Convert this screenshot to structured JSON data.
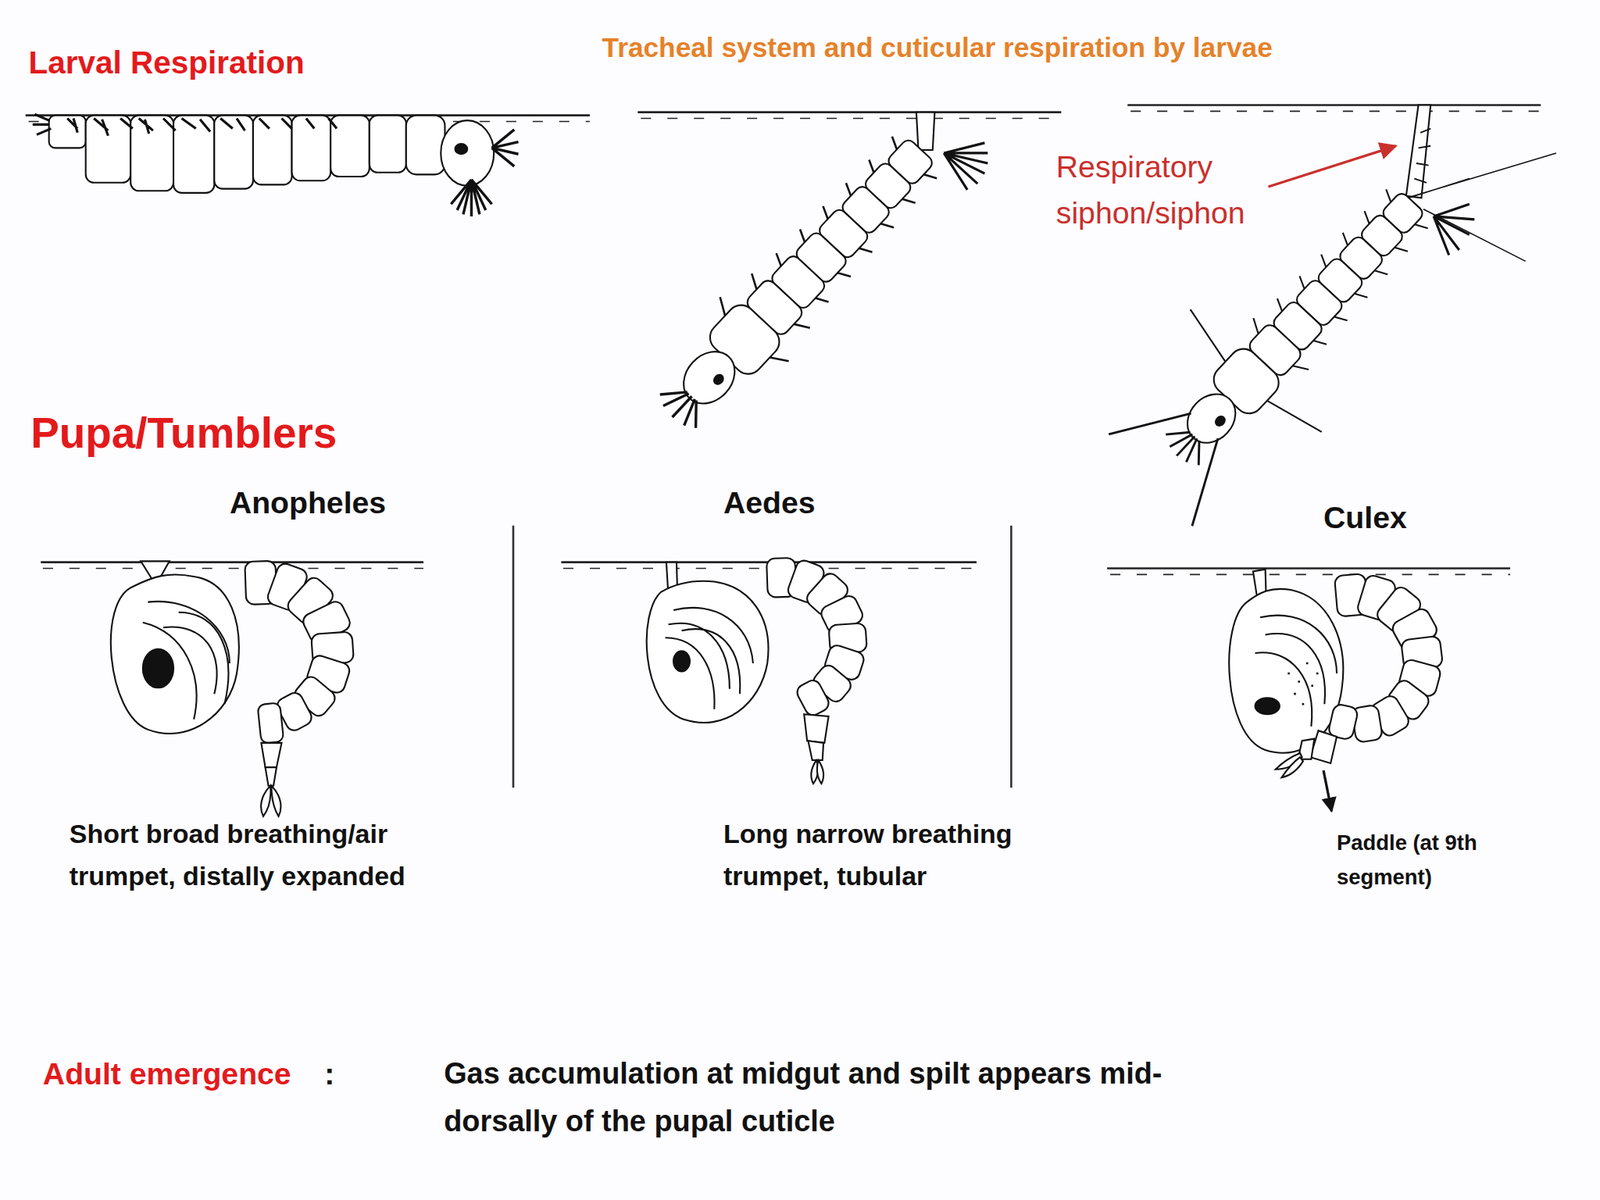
{
  "diagram": {
    "labels": [
      "Larval Respiration",
      "Tracheal system and cuticular respiration by larvae",
      "Respiratory siphon/siphon",
      "Pupa/Tumblers",
      "Anopheles",
      "Aedes",
      "Culex",
      "Short broad breathing/air trumpet, distally expanded",
      "Long narrow breathing trumpet, tubular",
      "Paddle (at 9th segment)",
      "Adult emergence",
      ":",
      "Gas accumulation at midgut and spilt appears mid-dorsally of the pupal cuticle"
    ]
  }
}
